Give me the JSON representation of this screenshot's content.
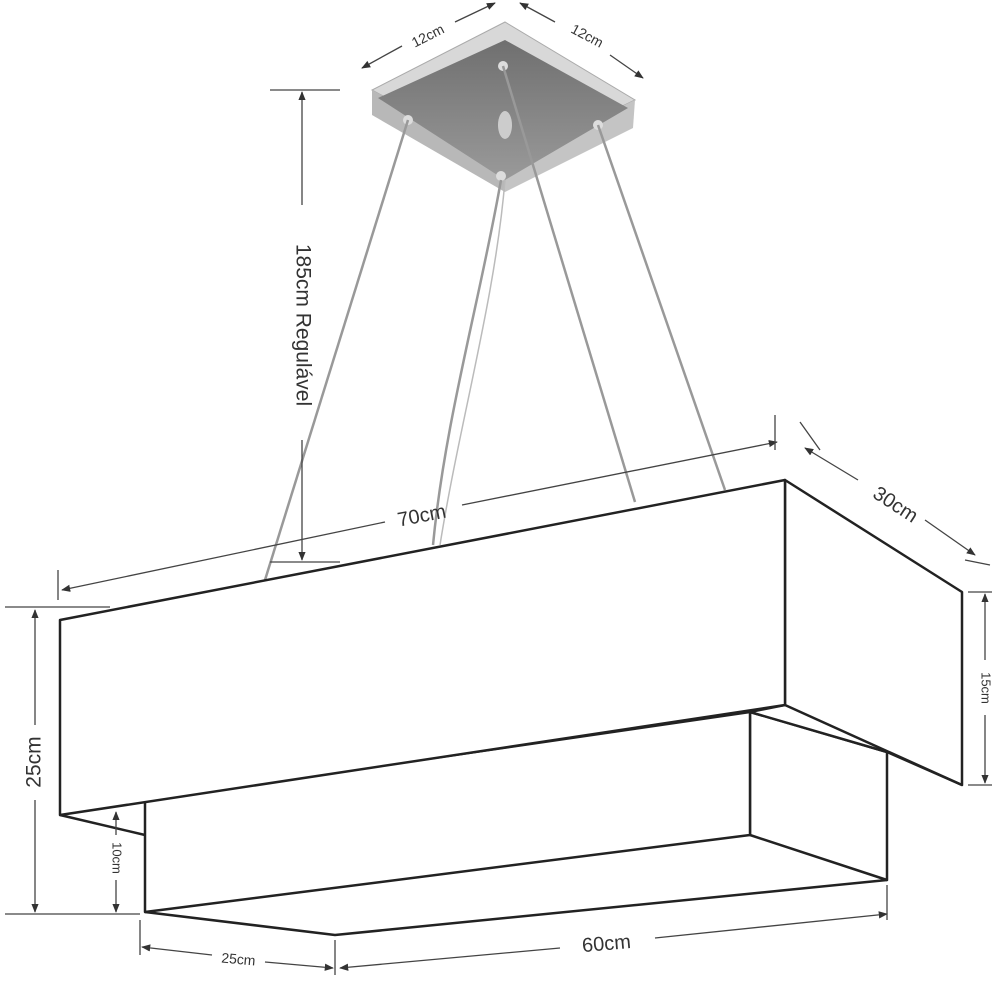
{
  "labels": {
    "canopy_width_left": "12cm",
    "canopy_width_right": "12cm",
    "cable_height": "185cm Regulável",
    "top_length": "70cm",
    "top_depth": "30cm",
    "upper_height": "15cm",
    "total_height": "25cm",
    "lower_height": "10cm",
    "bottom_depth": "25cm",
    "bottom_length": "60cm"
  },
  "colors": {
    "line": "#222222",
    "dimension": "#444444",
    "canopy": "#8a8a8a"
  }
}
